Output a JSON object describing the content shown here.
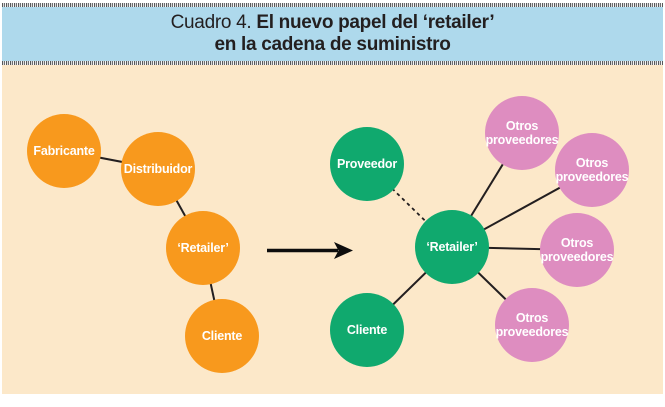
{
  "title": {
    "prefix": "Cuadro 4. ",
    "line1_bold": "El nuevo papel del ‘retailer’",
    "line2_bold": "en la cadena de suministro"
  },
  "colors": {
    "title_bg": "#aed9ec",
    "panel_bg": "#fce8c9",
    "orange_node": "#f8991d",
    "green_node": "#10a96e",
    "pink_node": "#de8dc0",
    "edge_line": "#231f20",
    "title_text": "#231f20",
    "node_text": "#ffffff"
  },
  "diagram": {
    "left_chain": {
      "nodes": [
        {
          "label": "Fabricante",
          "color": "#f8991d"
        },
        {
          "label": "Distribuidor",
          "color": "#f8991d"
        },
        {
          "label": "‘Retailer’",
          "color": "#f8991d"
        },
        {
          "label": "Cliente",
          "color": "#f8991d"
        }
      ],
      "edges": [
        {
          "from": "Fabricante",
          "to": "Distribuidor",
          "style": "solid"
        },
        {
          "from": "Distribuidor",
          "to": "‘Retailer’",
          "style": "solid"
        },
        {
          "from": "‘Retailer’",
          "to": "Cliente",
          "style": "solid"
        }
      ]
    },
    "transition": {
      "type": "arrow",
      "direction": "left-to-right"
    },
    "right_chain": {
      "nodes": [
        {
          "label": "Proveedor",
          "color": "#10a96e"
        },
        {
          "label": "‘Retailer’",
          "color": "#10a96e"
        },
        {
          "label": "Cliente",
          "color": "#10a96e"
        },
        {
          "label": "Otros proveedores",
          "color": "#de8dc0"
        },
        {
          "label": "Otros proveedores",
          "color": "#de8dc0"
        },
        {
          "label": "Otros proveedores",
          "color": "#de8dc0"
        },
        {
          "label": "Otros proveedores",
          "color": "#de8dc0"
        }
      ],
      "edges": [
        {
          "from": "Proveedor",
          "to": "‘Retailer’",
          "style": "dashed"
        },
        {
          "from": "‘Retailer’",
          "to": "Otros proveedores",
          "style": "solid"
        },
        {
          "from": "‘Retailer’",
          "to": "Otros proveedores",
          "style": "solid"
        },
        {
          "from": "‘Retailer’",
          "to": "Otros proveedores",
          "style": "solid"
        },
        {
          "from": "‘Retailer’",
          "to": "Otros proveedores",
          "style": "solid"
        },
        {
          "from": "‘Retailer’",
          "to": "Cliente",
          "style": "solid"
        }
      ]
    }
  }
}
